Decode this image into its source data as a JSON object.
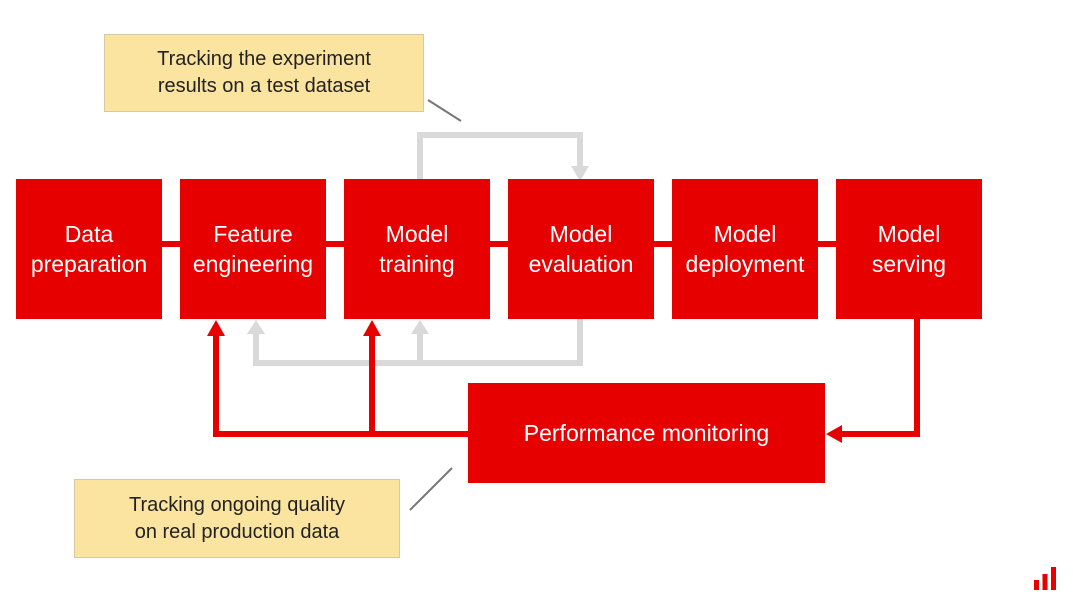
{
  "stages": [
    {
      "label": "Data\npreparation"
    },
    {
      "label": "Feature\nengineering"
    },
    {
      "label": "Model\ntraining"
    },
    {
      "label": "Model\nevaluation"
    },
    {
      "label": "Model\ndeployment"
    },
    {
      "label": "Model\nserving"
    }
  ],
  "monitor": {
    "label": "Performance monitoring"
  },
  "notes": {
    "experiment": "Tracking the experiment\nresults on a test dataset",
    "production": "Tracking ongoing quality\non real production data"
  },
  "colors": {
    "stage": "#e60000",
    "note": "#fbe4a0",
    "experiment_loop": "#d9d9d9",
    "production_loop": "#e60000"
  },
  "icons": {
    "logo": "bar-chart-logo-icon"
  }
}
